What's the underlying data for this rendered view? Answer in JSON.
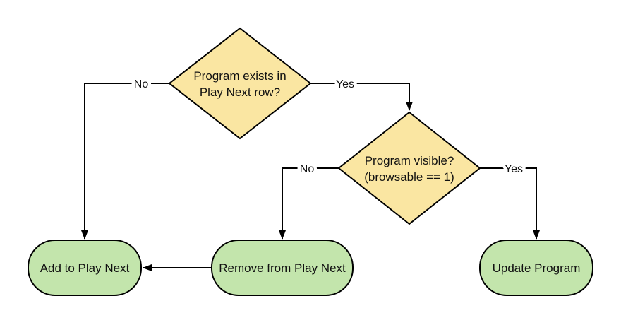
{
  "diagram": {
    "type": "flowchart",
    "colors": {
      "background": "#ffffff",
      "decision_fill": "#FAE6A2",
      "process_fill": "#C3E5AC",
      "stroke": "#000000",
      "text": "#111111"
    },
    "nodes": {
      "decision_program_exists": {
        "shape": "diamond",
        "label_line1": "Program exists in",
        "label_line2": "Play Next row?"
      },
      "decision_program_visible": {
        "shape": "diamond",
        "label_line1": "Program visible?",
        "label_line2": "(browsable == 1)"
      },
      "add_to_play_next": {
        "shape": "stadium",
        "label": "Add to Play Next"
      },
      "remove_from_play_next": {
        "shape": "stadium",
        "label": "Remove from Play Next"
      },
      "update_program": {
        "shape": "stadium",
        "label": "Update Program"
      }
    },
    "edges": {
      "exists_no": {
        "label": "No",
        "from": "decision_program_exists",
        "to": "add_to_play_next"
      },
      "exists_yes": {
        "label": "Yes",
        "from": "decision_program_exists",
        "to": "decision_program_visible"
      },
      "visible_no": {
        "label": "No",
        "from": "decision_program_visible",
        "to": "remove_from_play_next"
      },
      "visible_yes": {
        "label": "Yes",
        "from": "decision_program_visible",
        "to": "update_program"
      },
      "remove_to_add": {
        "label": "",
        "from": "remove_from_play_next",
        "to": "add_to_play_next"
      }
    }
  }
}
